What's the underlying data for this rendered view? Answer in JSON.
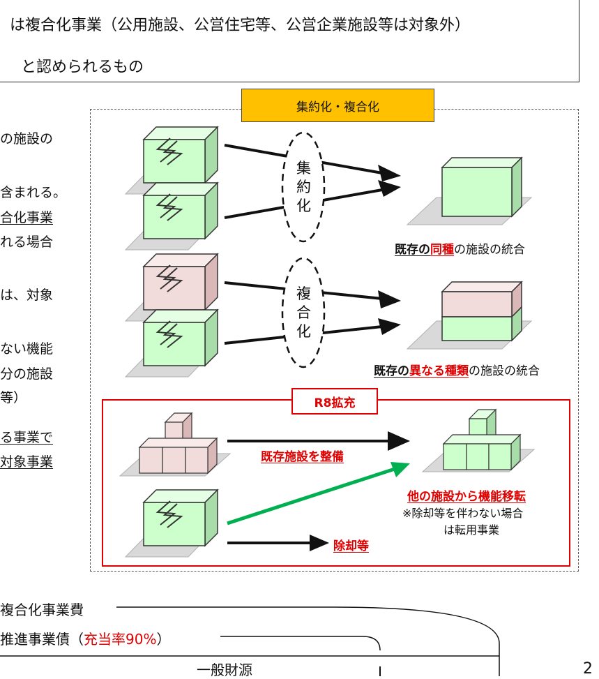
{
  "colors": {
    "green": "#ccffcc",
    "pink": "#f2dcdb",
    "accent_red": "#e00000",
    "tag_bg": "#ffc000",
    "arrow_green": "#00b050"
  },
  "top": {
    "line1": "は複合化事業（公用施設、公営住宅等、公営企業施設等は対象外）",
    "line2": "と認められるもの"
  },
  "left_text": [
    {
      "text": "の施設の",
      "underline": false
    },
    {
      "text": "含まれる。",
      "underline": false
    },
    {
      "text": "合化事業",
      "underline": true
    },
    {
      "text": "れる場合",
      "underline": false
    },
    {
      "text": "は、対象",
      "underline": false
    },
    {
      "text": "ない機能",
      "underline": false
    },
    {
      "text": "分の施設",
      "underline": false
    },
    {
      "text": "等）",
      "underline": false
    },
    {
      "text": "る事業で",
      "underline": true
    },
    {
      "text": "対象事業",
      "underline": true
    }
  ],
  "diagram": {
    "tag": "集約化・複合化",
    "shuyaku_label": [
      "集",
      "約",
      "化"
    ],
    "fukugo_label": [
      "複",
      "合",
      "化"
    ],
    "cap1": {
      "prefix": "既存の",
      "highlight": "同種",
      "suffix": "の施設の統合"
    },
    "cap2": {
      "prefix": "既存の",
      "highlight": "異なる種類",
      "suffix": "の施設の統合"
    },
    "r8_tag": "R8拡充",
    "seibi": "既存施設を整備",
    "iten": "他の施設から機能移転",
    "note1": "※除却等を伴わない場合",
    "note2": "は転用事業",
    "jokyaku": "除却等"
  },
  "bottom": {
    "line1": "複合化事業費",
    "line2_prefix": "推進事業債（",
    "line2_red": "充当率90%",
    "line2_suffix": "）",
    "general": "一般財源",
    "page_fragment": "2"
  }
}
